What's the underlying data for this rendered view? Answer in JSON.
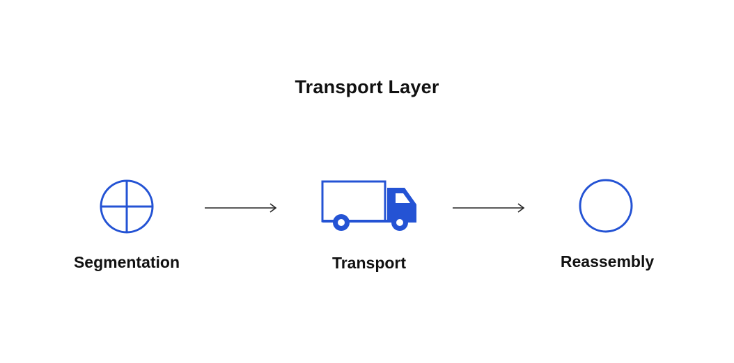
{
  "diagram": {
    "title": "Transport Layer",
    "steps": [
      {
        "label": "Segmentation",
        "icon": "segmented-circle-icon"
      },
      {
        "label": "Transport",
        "icon": "truck-icon"
      },
      {
        "label": "Reassembly",
        "icon": "circle-icon"
      }
    ],
    "colors": {
      "accent": "#2453d4",
      "text": "#111111",
      "arrow": "#222222"
    }
  }
}
